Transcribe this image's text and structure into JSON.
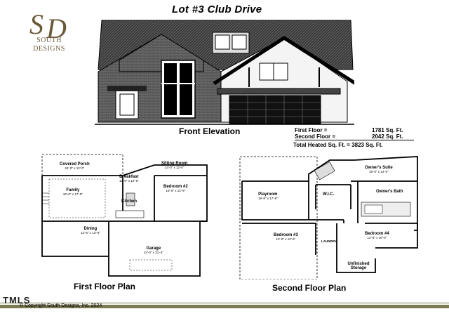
{
  "title": "Lot #3 Club Drive",
  "logo": {
    "initials": "SD",
    "line1": "SOUTH",
    "line2": "DESIGNS"
  },
  "elevation_label": "Front Elevation",
  "sqft": {
    "first_label": "First Floor =",
    "first_value": "1781 Sq. Ft.",
    "second_label": "Second Floor =",
    "second_value": "2042 Sq. Ft.",
    "total": "Total Heated Sq. Ft. = 3823 Sq. Ft."
  },
  "first_floor": {
    "label": "First Floor Plan",
    "rooms": [
      {
        "name": "Covered Porch",
        "dims": "24'-0\" x 12'-0\""
      },
      {
        "name": "Sitting Room",
        "dims": "14'-0\" x 12'-0\""
      },
      {
        "name": "Breakfast",
        "dims": "10'-0\" x 12'-6\""
      },
      {
        "name": "Family",
        "dims": "20'-0\" x 17'-8\""
      },
      {
        "name": "Bedroom #2",
        "dims": "15'-0\" x 12'-9\""
      },
      {
        "name": "Kitchen",
        "dims": ""
      },
      {
        "name": "Dining",
        "dims": "12'-6\" x 13'-8\""
      },
      {
        "name": "Garage",
        "dims": "24'-0\" x 21'-4\""
      }
    ]
  },
  "second_floor": {
    "label": "Second Floor Plan",
    "rooms": [
      {
        "name": "Owner's Suite",
        "dims": "16'-0\" x 14'-0\""
      },
      {
        "name": "Playroom",
        "dims": "19'-8\" x 17'-8\""
      },
      {
        "name": "W.I.C.",
        "dims": ""
      },
      {
        "name": "Owner's Bath",
        "dims": ""
      },
      {
        "name": "Bedroom #3",
        "dims": "13'-0\" x 12'-6\""
      },
      {
        "name": "Bedroom #4",
        "dims": "12'-8\" x 16'-0\""
      },
      {
        "name": "Unfinished Storage",
        "dims": ""
      },
      {
        "name": "LAUNDRY",
        "dims": ""
      }
    ]
  },
  "watermark": "TMLS",
  "copyright": "© Copyright South Designs, Inc. 2024"
}
